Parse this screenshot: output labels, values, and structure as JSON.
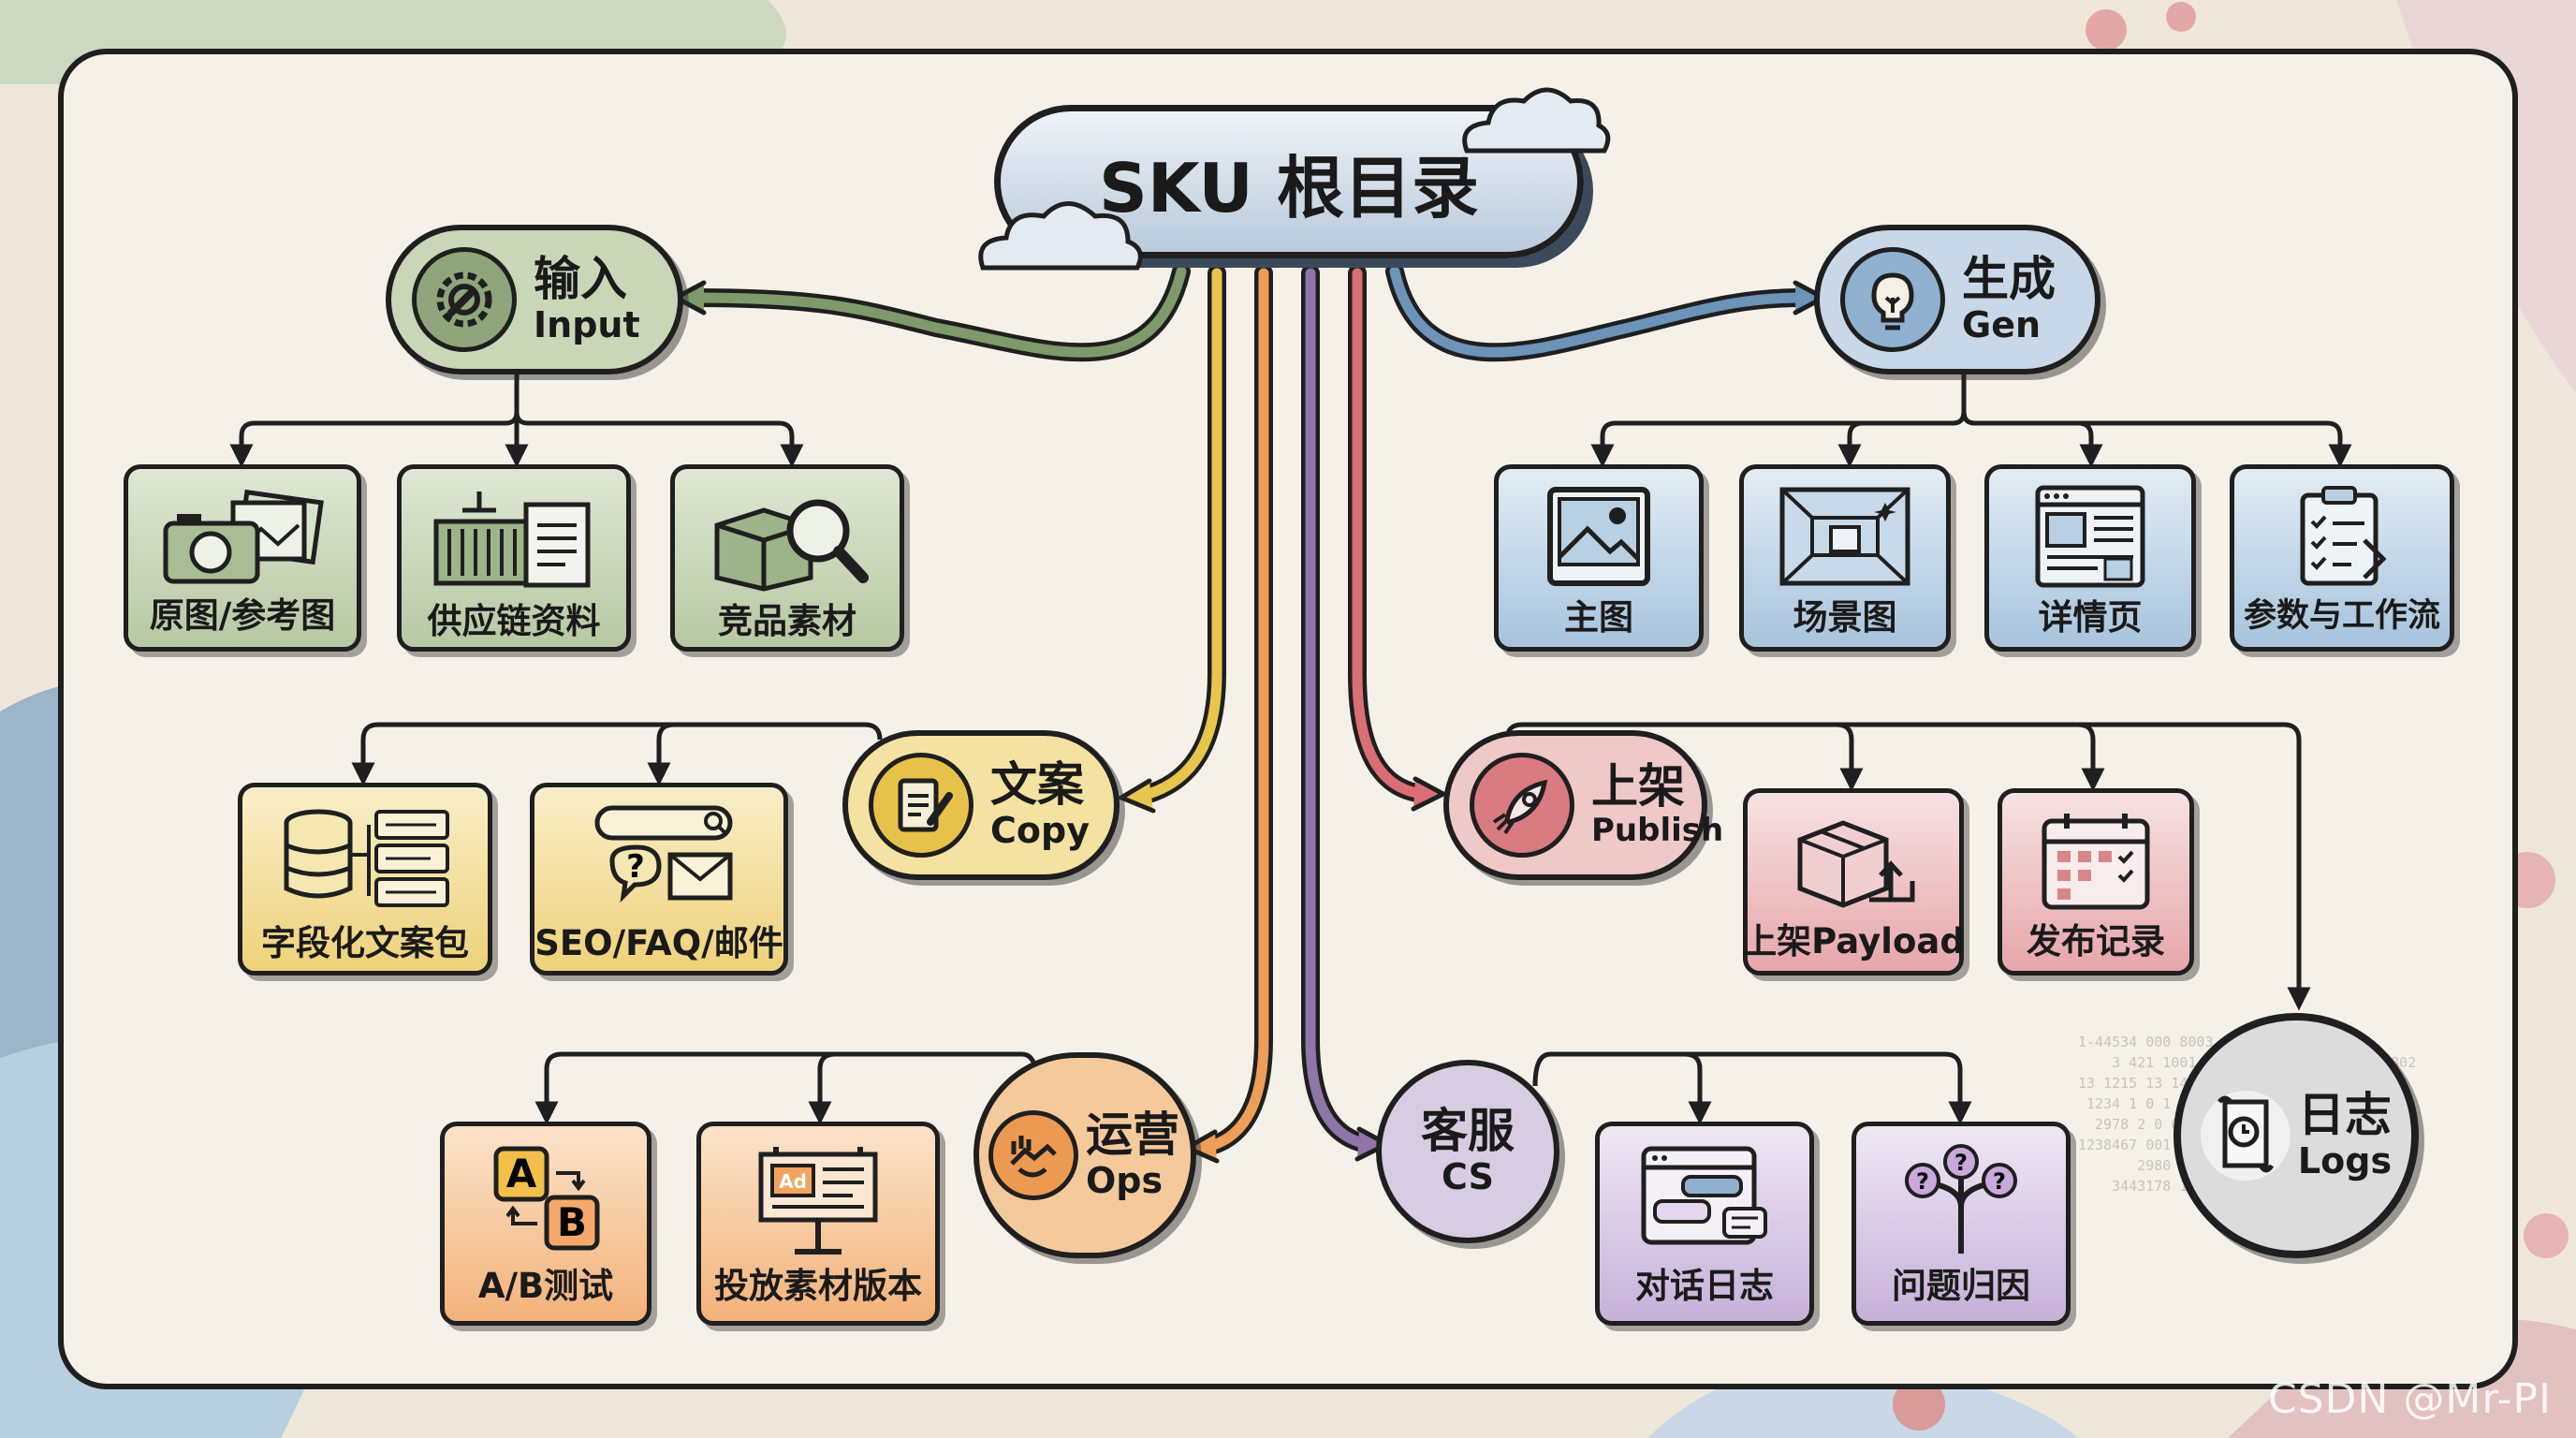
{
  "root": {
    "label": "SKU 根目录"
  },
  "categories": {
    "input": {
      "cn": "输入",
      "en": "Input",
      "color": "#c9d6b8"
    },
    "gen": {
      "cn": "生成",
      "en": "Gen",
      "color": "#c8d8e8"
    },
    "copy": {
      "cn": "文案",
      "en": "Copy",
      "color": "#f3e2a2"
    },
    "publish": {
      "cn": "上架",
      "en": "Publish",
      "color": "#efc8c8"
    },
    "ops": {
      "cn": "运营",
      "en": "Ops",
      "color": "#f4c99c"
    },
    "cs": {
      "cn": "客服",
      "en": "CS",
      "color": "#d8cce2"
    },
    "logs": {
      "cn": "日志",
      "en": "Logs",
      "color": "#dcdcdc"
    }
  },
  "leaves": {
    "input": [
      "原图/参考图",
      "供应链资料",
      "竞品素材"
    ],
    "gen": [
      "主图",
      "场景图",
      "详情页",
      "参数与工作流"
    ],
    "copy": [
      "字段化文案包",
      "SEO/FAQ/邮件"
    ],
    "publish": [
      "上架Payload",
      "发布记录"
    ],
    "ops": [
      "A/B测试",
      "投放素材版本"
    ],
    "cs": [
      "对话日志",
      "问题归因"
    ]
  },
  "icons": {
    "input": "gear-wrench-icon",
    "gen": "lightbulb-icon",
    "copy": "document-pen-icon",
    "publish": "rocket-icon",
    "ops": "handshake-chart-icon",
    "logs": "scroll-icon",
    "leaf_input": [
      "camera-photos-icon",
      "container-document-icon",
      "box-magnifier-icon"
    ],
    "leaf_gen": [
      "image-icon",
      "scene-cube-icon",
      "webpage-icon",
      "clipboard-checklist-icon"
    ],
    "leaf_copy": [
      "database-fields-icon",
      "search-question-mail-icon"
    ],
    "leaf_publish": [
      "package-upload-icon",
      "calendar-icon"
    ],
    "leaf_ops": [
      "ab-swap-icon",
      "billboard-ad-icon"
    ],
    "leaf_cs": [
      "chat-window-icon",
      "question-tree-icon"
    ]
  },
  "colors": {
    "input": "#6f8a5c",
    "gen": "#5e86ad",
    "copy": "#e7c24a",
    "publish": "#d36a6f",
    "ops": "#ec9a52",
    "cs": "#8d71a6",
    "logs": "#7d7d7d"
  },
  "icon_text": {
    "ad": "Ad",
    "a": "A",
    "b": "B",
    "question": "?"
  },
  "watermark": "CSDN @Mr-PI"
}
